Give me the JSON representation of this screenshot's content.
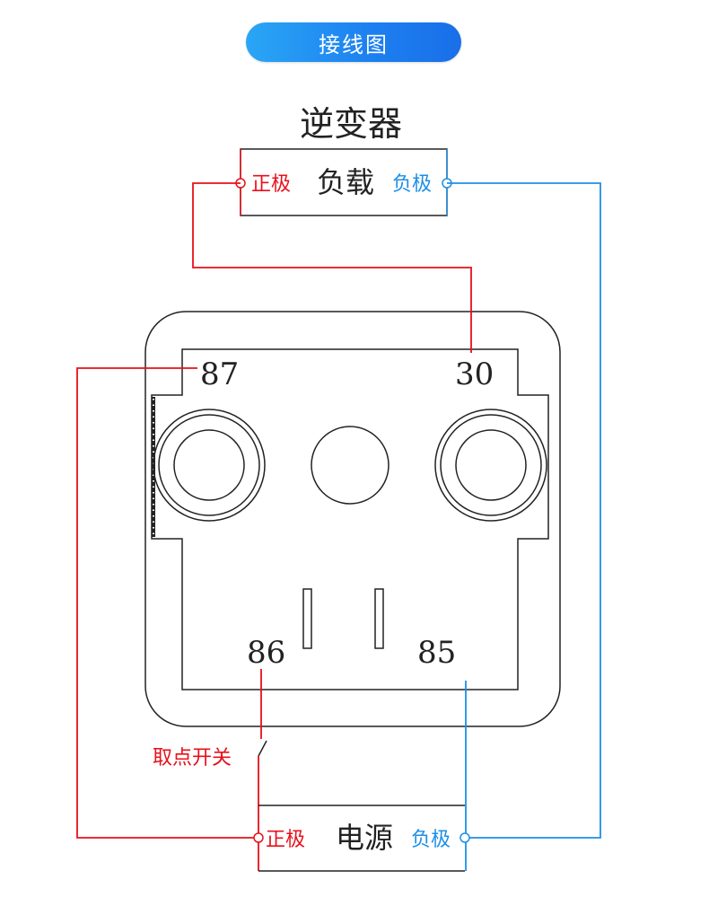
{
  "header": {
    "title": "接线图"
  },
  "inverter": {
    "title": "逆变器",
    "load_label": "负载",
    "positive_label": "正极",
    "negative_label": "负极"
  },
  "relay": {
    "pin_87": "87",
    "pin_30": "30",
    "pin_86": "86",
    "pin_85": "85"
  },
  "switch": {
    "label": "取点开关"
  },
  "power": {
    "label": "电源",
    "positive_label": "正极",
    "negative_label": "负极"
  },
  "colors": {
    "positive": "#e8101a",
    "negative": "#1e8fe6",
    "outline": "#222222",
    "title_bg": "#1c7ff0"
  }
}
